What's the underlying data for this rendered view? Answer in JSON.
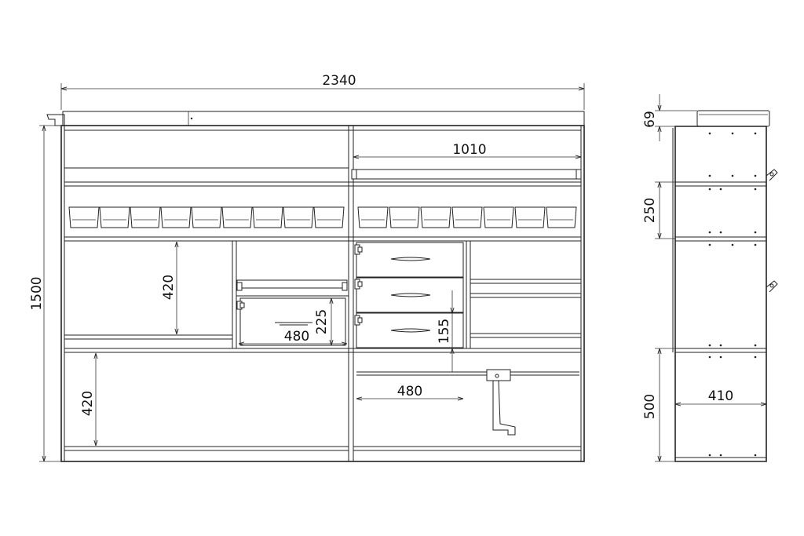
{
  "dimensions": {
    "overall_width": "2340",
    "overall_height": "1500",
    "rail_length": "1010",
    "upper_left_opening": "420",
    "lower_left_opening": "420",
    "small_door_width": "480",
    "small_door_height": "225",
    "drawer_height": "155",
    "drawer_width": "480",
    "side_top_tray": "69",
    "side_bin_section": "250",
    "side_lower_section": "500",
    "side_depth": "410"
  }
}
